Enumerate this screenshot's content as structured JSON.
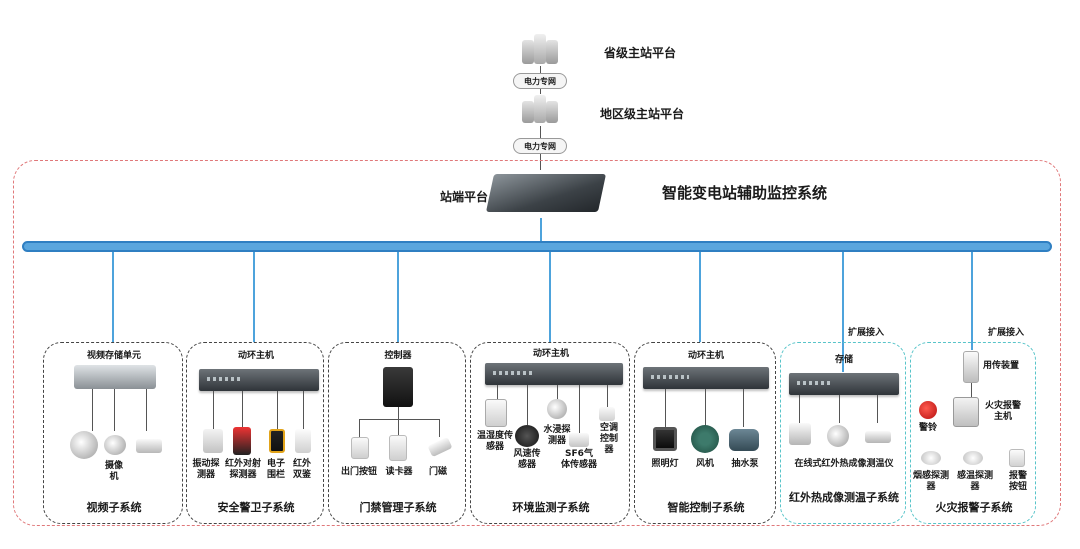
{
  "top": {
    "provincial_platform": "省级主站平台",
    "network1": "电力专网",
    "regional_platform": "地区级主站平台",
    "network2": "电力专网"
  },
  "station": {
    "platform_label": "站端平台",
    "system_title": "智能变电站辅助监控系统"
  },
  "expansion": {
    "label1": "扩展接入",
    "label2": "扩展接入"
  },
  "subsystems": {
    "video": {
      "unit": "视频存储单元",
      "camera": "摄像机",
      "title": "视频子系统"
    },
    "security": {
      "host": "动环主机",
      "vibration": "振动探测器",
      "infrared_beam": "红外对射探测器",
      "fence": "电子围栏",
      "infrared_dual": "红外双鉴",
      "title": "安全警卫子系统"
    },
    "access": {
      "controller": "控制器",
      "exit_button": "出门按钮",
      "card_reader": "读卡器",
      "door_magnet": "门磁",
      "title": "门禁管理子系统"
    },
    "environment": {
      "host": "动环主机",
      "temp_humidity": "温湿度传感器",
      "wind_speed": "风速传感器",
      "flood": "水浸探测器",
      "sf6": "SF6气体传感器",
      "ac_controller": "空调控制器",
      "title": "环境监测子系统"
    },
    "control": {
      "host": "动环主机",
      "lighting": "照明灯",
      "fan": "风机",
      "pump": "抽水泵",
      "title": "智能控制子系统"
    },
    "thermal": {
      "storage": "存储",
      "device": "在线式红外热成像测温仪",
      "title": "红外热成像测温子系统"
    },
    "fire": {
      "transmission": "用传装置",
      "alarm_bell": "警铃",
      "fire_host": "火灾报警主机",
      "smoke": "烟感探测器",
      "heat": "感温探测器",
      "button": "报警按钮",
      "title": "火灾报警子系统"
    }
  }
}
